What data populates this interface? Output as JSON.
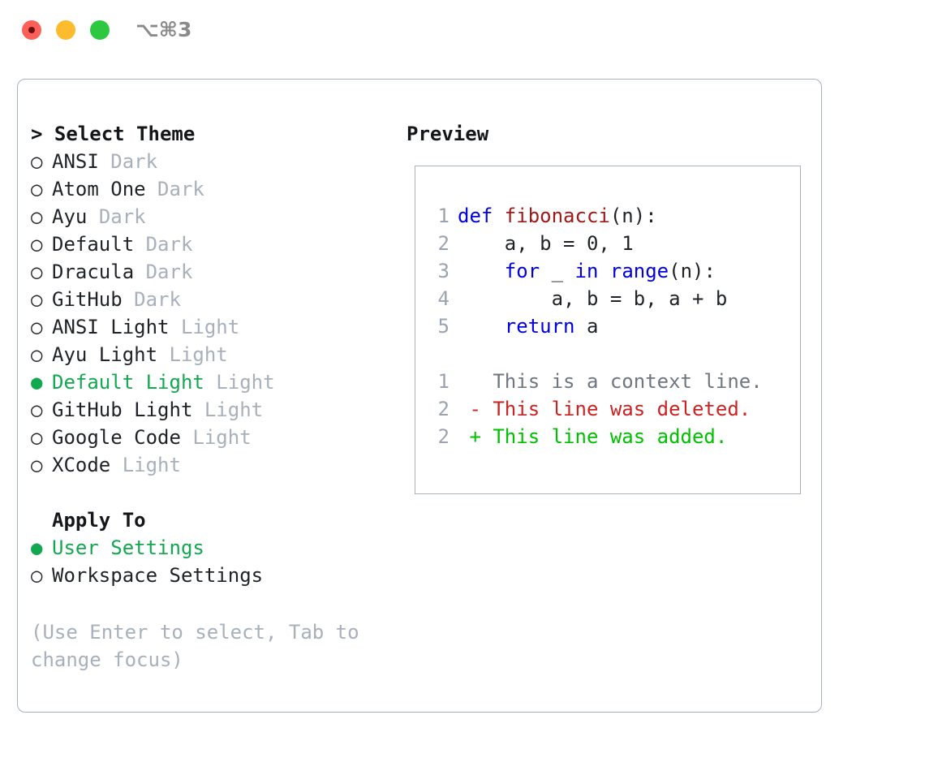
{
  "window": {
    "shortcut_label": "⌥⌘3",
    "traffic_lights": [
      {
        "name": "close",
        "color": "#fc6058"
      },
      {
        "name": "minimize",
        "color": "#fdbc2e"
      },
      {
        "name": "zoom",
        "color": "#2bc840"
      }
    ]
  },
  "colors": {
    "selected_green": "#13a850",
    "muted_gray": "#a7b0bb",
    "border": "#a9b2bd",
    "keyword_blue": "#0000e0",
    "function_red": "#a01818",
    "diff_deleted": "#cc2222",
    "diff_added": "#00c000",
    "line_number": "#9aa4b0"
  },
  "theme_list": {
    "header": "> Select Theme",
    "items": [
      {
        "marker": "○",
        "name": "ANSI",
        "category": "Dark",
        "selected": false
      },
      {
        "marker": "○",
        "name": "Atom One",
        "category": "Dark",
        "selected": false
      },
      {
        "marker": "○",
        "name": "Ayu",
        "category": "Dark",
        "selected": false
      },
      {
        "marker": "○",
        "name": "Default",
        "category": "Dark",
        "selected": false
      },
      {
        "marker": "○",
        "name": "Dracula",
        "category": "Dark",
        "selected": false
      },
      {
        "marker": "○",
        "name": "GitHub",
        "category": "Dark",
        "selected": false
      },
      {
        "marker": "○",
        "name": "ANSI Light",
        "category": "Light",
        "selected": false
      },
      {
        "marker": "○",
        "name": "Ayu Light",
        "category": "Light",
        "selected": false
      },
      {
        "marker": "●",
        "name": "Default Light",
        "category": "Light",
        "selected": true
      },
      {
        "marker": "○",
        "name": "GitHub Light",
        "category": "Light",
        "selected": false
      },
      {
        "marker": "○",
        "name": "Google Code",
        "category": "Light",
        "selected": false
      },
      {
        "marker": "○",
        "name": "XCode",
        "category": "Light",
        "selected": false
      }
    ]
  },
  "apply_to": {
    "title": "Apply To",
    "items": [
      {
        "marker": "●",
        "label": "User Settings",
        "selected": true
      },
      {
        "marker": "○",
        "label": "Workspace Settings",
        "selected": false
      }
    ]
  },
  "hint": "(Use Enter to select, Tab to change focus)",
  "preview": {
    "title": "Preview",
    "code_lines": [
      {
        "number": "1",
        "tokens": [
          {
            "text": "def ",
            "style": "kw"
          },
          {
            "text": "fibonacci",
            "style": "fn"
          },
          {
            "text": "(n):",
            "style": "plain"
          }
        ]
      },
      {
        "number": "2",
        "tokens": [
          {
            "text": "    a, b = 0, 1",
            "style": "plain"
          }
        ]
      },
      {
        "number": "3",
        "tokens": [
          {
            "text": "    ",
            "style": "plain"
          },
          {
            "text": "for",
            "style": "kw"
          },
          {
            "text": " _ ",
            "style": "plain"
          },
          {
            "text": "in",
            "style": "kw"
          },
          {
            "text": " ",
            "style": "plain"
          },
          {
            "text": "range",
            "style": "kw"
          },
          {
            "text": "(n):",
            "style": "plain"
          }
        ]
      },
      {
        "number": "4",
        "tokens": [
          {
            "text": "        a, b = b, a + b",
            "style": "plain"
          }
        ]
      },
      {
        "number": "5",
        "tokens": [
          {
            "text": "    ",
            "style": "plain"
          },
          {
            "text": "return",
            "style": "kw"
          },
          {
            "text": " a",
            "style": "plain"
          }
        ]
      },
      {
        "number": "",
        "tokens": [
          {
            "text": " ",
            "style": "plain"
          }
        ]
      },
      {
        "number": "1",
        "tokens": [
          {
            "text": "   This is a context line.",
            "style": "ctx"
          }
        ]
      },
      {
        "number": "2",
        "tokens": [
          {
            "text": " - This line was deleted.",
            "style": "del"
          }
        ]
      },
      {
        "number": "2",
        "tokens": [
          {
            "text": " + This line was added.",
            "style": "add"
          }
        ]
      }
    ]
  }
}
